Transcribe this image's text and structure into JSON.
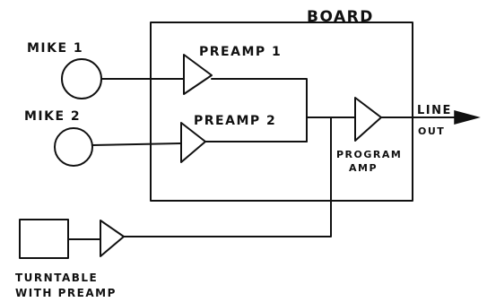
{
  "diagram": {
    "board_label": "BOARD",
    "mike1_label": "MIKE 1",
    "mike2_label": "MIKE 2",
    "preamp1_label": "PREAMP 1",
    "preamp2_label": "PREAMP 2",
    "program_amp_line1": "PROGRAM",
    "program_amp_line2": "AMP",
    "line_out_line1": "LINE",
    "line_out_line2": "OUT",
    "turntable_line1": "TURNTABLE",
    "turntable_line2": "WITH PREAMP"
  }
}
